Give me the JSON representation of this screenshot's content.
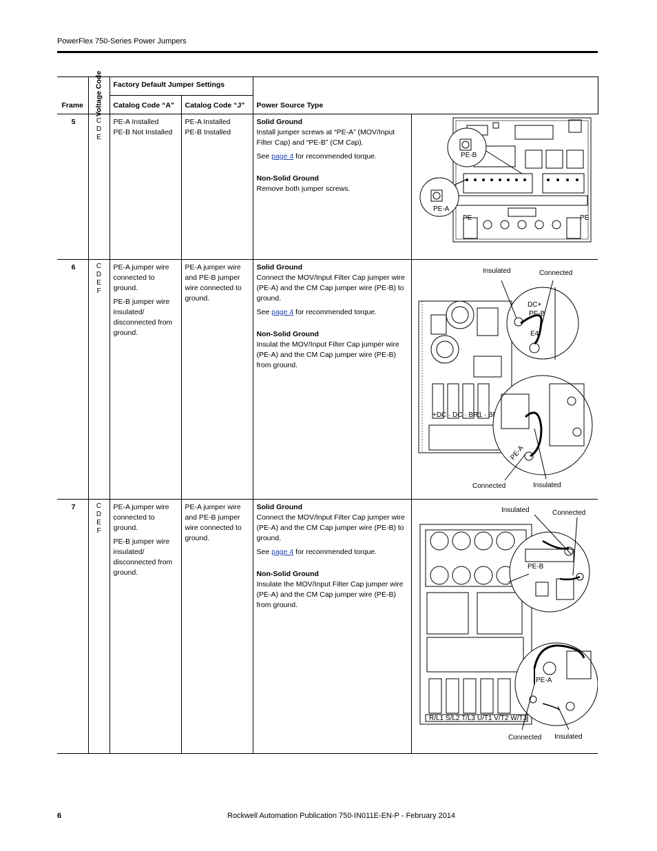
{
  "header": {
    "title": "PowerFlex 750-Series Power Jumpers"
  },
  "table": {
    "headers": {
      "frame": "Frame",
      "voltage_code": "Voltage Code",
      "factory_default": "Factory Default Jumper Settings",
      "catalog_a": "Catalog Code “A”",
      "catalog_j": "Catalog Code “J”",
      "power_source": "Power Source Type"
    },
    "rows": [
      {
        "frame": "5",
        "voltage_codes": [
          "C",
          "D",
          "E"
        ],
        "catalog_a": [
          "PE-A Installed",
          "PE-B Not Installed"
        ],
        "catalog_j": [
          "PE-A Installed",
          "PE-B Installed"
        ],
        "solid_title": "Solid Ground",
        "solid_text": "Install jumper screws at “PE-A” (MOV/Input Filter Cap) and “PE-B” (CM Cap).",
        "see_prefix": "See ",
        "see_link": "page 4",
        "see_suffix": " for recommended torque.",
        "nonsolid_title": "Non-Solid Ground",
        "nonsolid_text": "Remove both jumper screws.",
        "figure_labels": {
          "peb": "PE-B",
          "pea": "PE-A",
          "pe_left": "PE",
          "pe_right": "PE"
        }
      },
      {
        "frame": "6",
        "voltage_codes": [
          "C",
          "D",
          "E",
          "F"
        ],
        "catalog_a": [
          "PE-A jumper wire connected to ground.",
          "PE-B jumper wire insulated/ disconnected from ground."
        ],
        "catalog_j": [
          "PE-A jumper wire and PE-B jumper wire connected to ground."
        ],
        "solid_title": "Solid Ground",
        "solid_text": "Connect the MOV/Input Filter Cap jumper wire (PE-A) and the CM Cap jumper wire (PE-B) to ground.",
        "see_prefix": "See ",
        "see_link": "page 4",
        "see_suffix": " for recommended torque.",
        "nonsolid_title": "Non-Solid Ground",
        "nonsolid_text": "Insulat the MOV/Input Filter Cap jumper wire (PE-A) and the CM Cap jumper wire (PE-B) from ground.",
        "figure_labels": {
          "insulated_top": "Insulated",
          "connected_top": "Connected",
          "dc": "DC+",
          "peb": "PE-B",
          "e4": "E4",
          "pea": "PE-A",
          "connected_bottom": "Connected",
          "insulated_bottom": "Insulated"
        }
      },
      {
        "frame": "7",
        "voltage_codes": [
          "C",
          "D",
          "E",
          "F"
        ],
        "catalog_a": [
          "PE-A jumper wire connected to ground.",
          "PE-B jumper wire insulated/ disconnected from ground."
        ],
        "catalog_j": [
          "PE-A jumper wire and PE-B jumper wire connected to ground."
        ],
        "solid_title": "Solid Ground",
        "solid_text": "Connect the MOV/Input Filter Cap jumper wire (PE-A) and the CM Cap jumper wire (PE-B) to ground.",
        "see_prefix": "See ",
        "see_link": "page 4",
        "see_suffix": " for recommended torque.",
        "nonsolid_title": "Non-Solid Ground",
        "nonsolid_text": "Insulate the MOV/Input Filter Cap jumper wire (PE-A) and the CM Cap jumper wire (PE-B) from ground.",
        "figure_labels": {
          "insulated_top": "Insulated",
          "connected_top": "Connected",
          "peb": "PE-B",
          "pea": "PE-A",
          "connected_bottom": "Connected",
          "insulated_bottom": "Insulated"
        }
      }
    ]
  },
  "footer": {
    "page_number": "6",
    "publication": "Rockwell Automation Publication 750-IN011E-EN-P - February 2014"
  }
}
